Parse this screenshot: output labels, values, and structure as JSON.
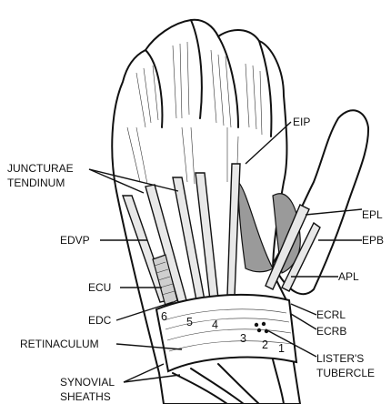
{
  "labels": {
    "juncturae_line1": "JUNCTURAE",
    "juncturae_line2": "TENDINUM",
    "edvp": "EDVP",
    "ecu": "ECU",
    "edc": "EDC",
    "retinaculum": "RETINACULUM",
    "synovial_line1": "SYNOVIAL",
    "synovial_line2": "SHEATHS",
    "eip": "EIP",
    "epl": "EPL",
    "epb": "EPB",
    "apl": "APL",
    "ecrl": "ECRL",
    "ecrb": "ECRB",
    "listers_line1": "LISTER'S",
    "listers_line2": "TUBERCLE"
  },
  "compartments": [
    "1",
    "2",
    "3",
    "4",
    "5",
    "6"
  ]
}
